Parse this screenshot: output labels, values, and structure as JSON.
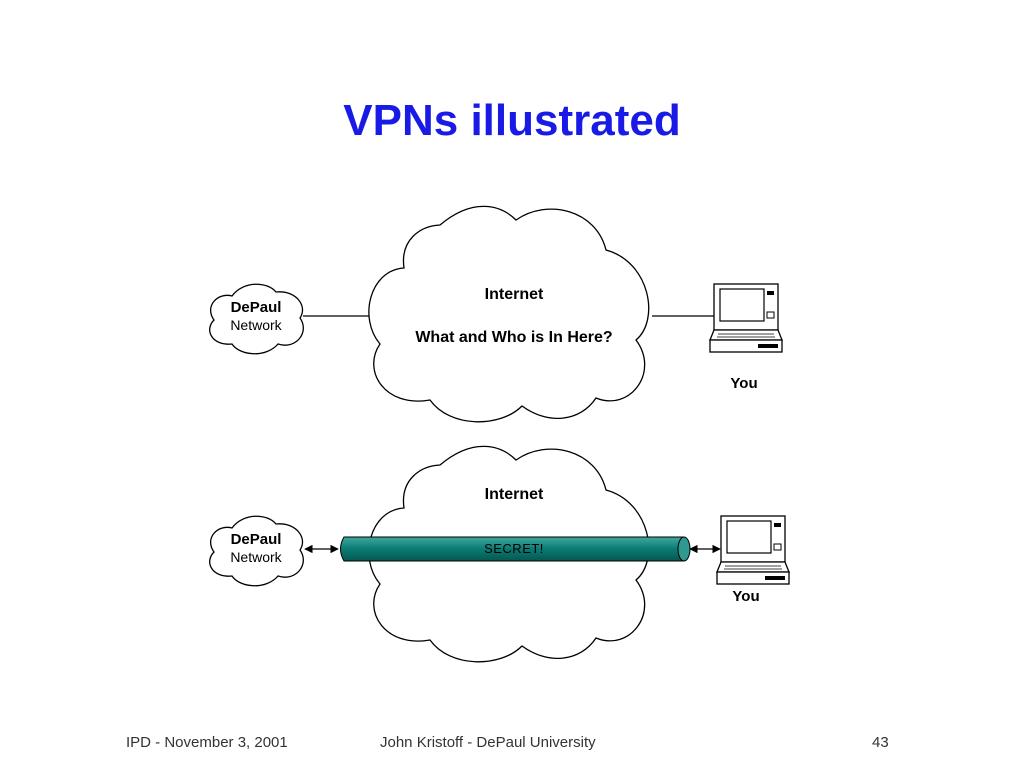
{
  "title": "VPNs illustrated",
  "diagram_top": {
    "local_network": {
      "line1": "DePaul",
      "line2": "Network"
    },
    "internet": {
      "label": "Internet",
      "caption": "What and Who is In Here?"
    },
    "client": {
      "label": "You",
      "icon": "laptop-icon"
    }
  },
  "diagram_bottom": {
    "local_network": {
      "line1": "DePaul",
      "line2": "Network"
    },
    "internet": {
      "label": "Internet"
    },
    "tunnel": {
      "label": "SECRET!",
      "color": "#0b7a73"
    },
    "client": {
      "label": "You",
      "icon": "laptop-icon"
    }
  },
  "footer": {
    "left": "IPD - November 3, 2001",
    "center": "John Kristoff - DePaul University",
    "page_number": "43"
  }
}
